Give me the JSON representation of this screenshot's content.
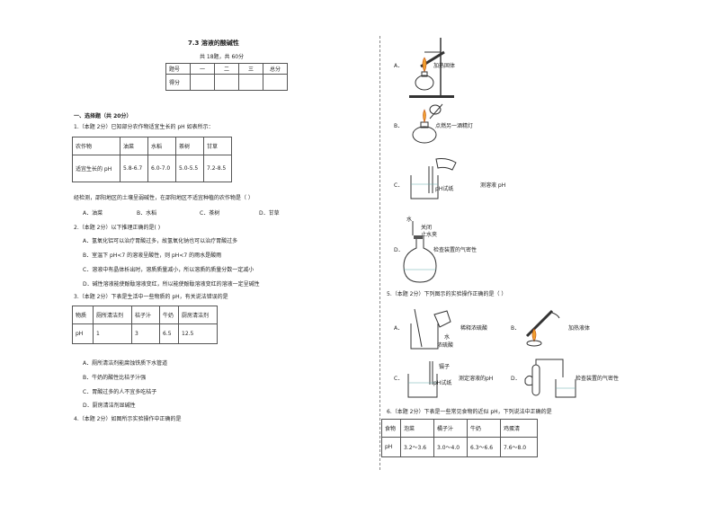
{
  "title": "7.3 溶液的酸碱性",
  "subtitle": "共 18题，共 60分",
  "score_table": {
    "header": [
      "题号",
      "一",
      "二",
      "三",
      "总分"
    ],
    "row_label": "得分"
  },
  "section1": "一、选择题（共 20分）",
  "q1": {
    "stem": "1.（本题 2分）已知部分农作物适宜生长的 pH 如表所示：",
    "table": {
      "row1": [
        "农作物",
        "油菜",
        "水稻",
        "茶树",
        "甘草"
      ],
      "row2": [
        "适宜生长的 pH",
        "5.8-6.7",
        "6.0-7.0",
        "5.0-5.5",
        "7.2-8.5"
      ]
    },
    "after": "经检测，邵阳地区的土壤呈弱碱性，在邵阳地区不适宜种植的农作物是（  ）",
    "options": [
      "A．油菜",
      "B．水稻",
      "C．茶树",
      "D．甘草"
    ]
  },
  "q2": {
    "stem": "2.（本题 2分）以下推理正确的是(    )",
    "options": [
      "A．氢氧化铝可以治疗胃酸过多，故氢氧化钠也可以治疗胃酸过多",
      "B．室温下 pH<7 的溶液呈酸性，则 pH<7 的雨水是酸雨",
      "C．溶液中有晶体析出时，溶质质量减小，所以溶质的质量分数一定减小",
      "D．碱性溶液能使酚酞溶液变红，所以能使酚酞溶液变红的溶液一定呈碱性"
    ]
  },
  "q3": {
    "stem": "3.（本题 2分）下表是生活中一些物质的 pH，有关说法错误的是",
    "table": {
      "row1": [
        "物质",
        "厕所清洁剂",
        "桔子汁",
        "牛奶",
        "厨房清洁剂"
      ],
      "row2": [
        "pH",
        "1",
        "3",
        "6.5",
        "12.5"
      ]
    },
    "options": [
      "A．厕所清洁剂能腐蚀铁质下水管道",
      "B．牛奶的酸性比桔子汁强",
      "C．胃酸过多的人不宜多吃桔子",
      "D．厨房清洁剂显碱性"
    ]
  },
  "q4": {
    "stem": "4.（本题 2分）如图所示实验操作中正确的是",
    "options": [
      {
        "letter": "A．",
        "caption": "加热固体"
      },
      {
        "letter": "B．",
        "caption": "点燃另一酒精灯"
      },
      {
        "letter": "C．",
        "caption": "测溶液 pH",
        "label": "pH试纸"
      },
      {
        "letter": "D．",
        "caption": "检查装置的气密性",
        "labels": [
          "水",
          "关闭",
          "止水夹"
        ]
      }
    ]
  },
  "q5": {
    "stem": "5.（本题 2分）下列图示的实验操作正确的是（      ）",
    "options": [
      {
        "letter": "A．",
        "caption": "稀释浓硫酸",
        "labels": [
          "水",
          "浓硫酸"
        ]
      },
      {
        "letter": "B．",
        "caption": "加热液体"
      },
      {
        "letter": "C．",
        "caption": "测定溶液的pH",
        "labels": [
          "镊子",
          "pH试纸"
        ]
      },
      {
        "letter": "D．",
        "caption": "检查装置的气密性"
      }
    ]
  },
  "q6": {
    "stem": "6.（本题 2分）下表是一些常见食物的近似 pH，下列说法中正确的是",
    "table": {
      "row1": [
        "食物",
        "泡菜",
        "橘子汁",
        "牛奶",
        "鸡蛋清"
      ],
      "row2": [
        "pH",
        "3.2～3.6",
        "3.0～4.0",
        "6.3～6.6",
        "7.6～8.0"
      ]
    }
  }
}
